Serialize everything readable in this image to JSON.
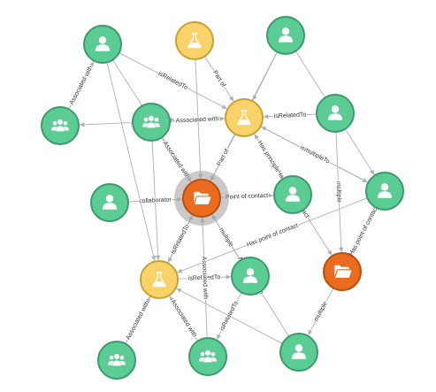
{
  "colors": {
    "person": "#5ccc95",
    "person_stroke": "#3c9a6c",
    "group": "#5ccc95",
    "group_stroke": "#3c9a6c",
    "experiment": "#f9d26a",
    "experiment_stroke": "#c9a032",
    "project": "#ec6c1f",
    "project_stroke": "#b84e10",
    "edge": "#a9b1bd",
    "halo": "#9e9e9e"
  },
  "nodes": [
    {
      "id": "p1",
      "kind": "person",
      "icon": "person-icon"
    },
    {
      "id": "e1",
      "kind": "experiment",
      "icon": "flask-icon"
    },
    {
      "id": "p2",
      "kind": "person",
      "icon": "person-icon"
    },
    {
      "id": "g1",
      "kind": "group",
      "icon": "group-icon"
    },
    {
      "id": "g2",
      "kind": "group",
      "icon": "group-icon"
    },
    {
      "id": "e2",
      "kind": "experiment",
      "icon": "flask-icon"
    },
    {
      "id": "p3",
      "kind": "person",
      "icon": "person-icon"
    },
    {
      "id": "p4",
      "kind": "person",
      "icon": "person-icon"
    },
    {
      "id": "f1",
      "kind": "project",
      "icon": "folder-icon",
      "selected": true
    },
    {
      "id": "p5",
      "kind": "person",
      "icon": "person-icon"
    },
    {
      "id": "p6",
      "kind": "person",
      "icon": "person-icon"
    },
    {
      "id": "e3",
      "kind": "experiment",
      "icon": "flask-icon"
    },
    {
      "id": "p7",
      "kind": "person",
      "icon": "person-icon"
    },
    {
      "id": "f2",
      "kind": "project",
      "icon": "folder-icon"
    },
    {
      "id": "g3",
      "kind": "group",
      "icon": "group-icon"
    },
    {
      "id": "g4",
      "kind": "group",
      "icon": "group-icon"
    },
    {
      "id": "p8",
      "kind": "person",
      "icon": "person-icon"
    }
  ],
  "edges": [
    {
      "from": "p1",
      "to": "e2",
      "label": "isRelatedTo"
    },
    {
      "from": "p1",
      "to": "f1",
      "label": ""
    },
    {
      "from": "p1",
      "to": "e3",
      "label": ""
    },
    {
      "from": "g1",
      "to": "p1",
      "label": "Associated with"
    },
    {
      "from": "e1",
      "to": "e2",
      "label": "Part of"
    },
    {
      "from": "e1",
      "to": "f1",
      "label": ""
    },
    {
      "from": "p2",
      "to": "e2",
      "label": ""
    },
    {
      "from": "p2",
      "to": "f1",
      "label": ""
    },
    {
      "from": "g2",
      "to": "e2",
      "label": "Associated with"
    },
    {
      "from": "g2",
      "to": "f1",
      "label": "Associated with"
    },
    {
      "from": "g2",
      "to": "e3",
      "label": ""
    },
    {
      "from": "p3",
      "to": "e2",
      "label": "isRelatedTo"
    },
    {
      "from": "p3",
      "to": "f2",
      "label": "multiple"
    },
    {
      "from": "e2",
      "to": "g1",
      "label": "Associated with"
    },
    {
      "from": "e2",
      "to": "f1",
      "label": "Part of"
    },
    {
      "from": "e2",
      "to": "f2",
      "label": "Has point of contact"
    },
    {
      "from": "p4",
      "to": "f1",
      "label": "collaborator"
    },
    {
      "from": "f1",
      "to": "e3",
      "label": "Part of"
    },
    {
      "from": "f1",
      "to": "p5",
      "label": "Point of contact"
    },
    {
      "from": "p5",
      "to": "e2",
      "label": "Has principle"
    },
    {
      "from": "p6",
      "to": "e2",
      "label": "isRelatedTo"
    },
    {
      "from": "p6",
      "to": "f2",
      "label": "Has point of contact"
    },
    {
      "from": "p6",
      "to": "e3",
      "label": "Has point of contact"
    },
    {
      "from": "e3",
      "to": "f1",
      "label": "isRelatedTo"
    },
    {
      "from": "e3",
      "to": "p7",
      "label": "isRelatedTo"
    },
    {
      "from": "p7",
      "to": "f1",
      "label": "multiple"
    },
    {
      "from": "p7",
      "to": "g4",
      "label": "isRelatedTo"
    },
    {
      "from": "f2",
      "to": "p8",
      "label": "multiple"
    },
    {
      "from": "p8",
      "to": "e3",
      "label": ""
    },
    {
      "from": "p8",
      "to": "f1",
      "label": "Associated with"
    },
    {
      "from": "g3",
      "to": "e3",
      "label": "Associated with"
    },
    {
      "from": "g3",
      "to": "f1",
      "label": ""
    },
    {
      "from": "g4",
      "to": "f1",
      "label": "Associated with"
    },
    {
      "from": "g4",
      "to": "e3",
      "label": "Associated with"
    },
    {
      "from": "e2",
      "to": "p6",
      "label": "multiple"
    },
    {
      "from": "p2",
      "to": "p6",
      "label": ""
    }
  ]
}
